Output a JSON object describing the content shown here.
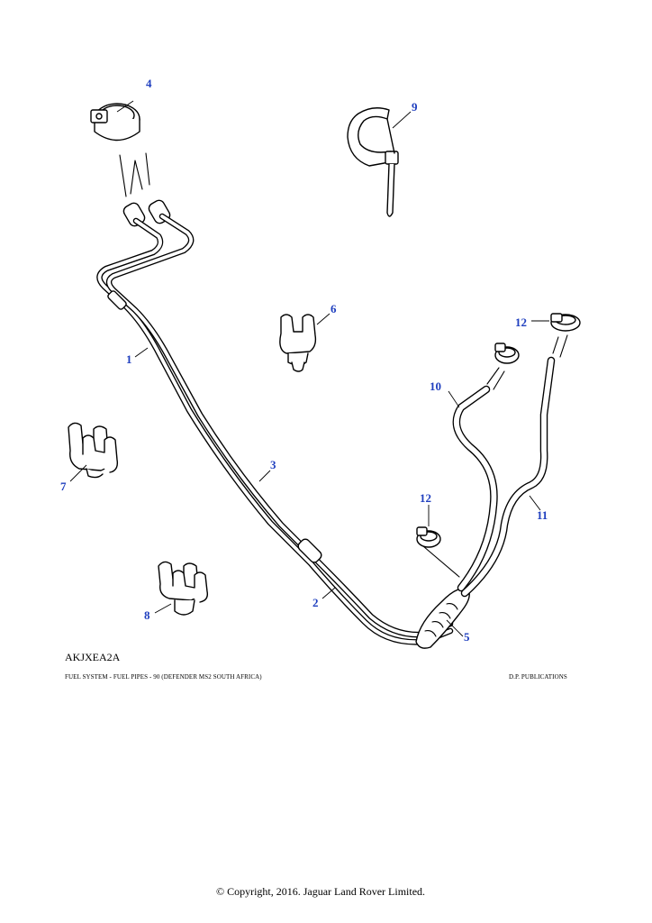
{
  "diagram": {
    "code": "AKJXEA2A",
    "caption": "FUEL SYSTEM - FUEL PIPES - 90 (DEFENDER MS2 SOUTH AFRICA)",
    "publisher": "D.P. PUBLICATIONS",
    "callout_color": "#1f3fbf",
    "callouts": {
      "c1": "1",
      "c2": "2",
      "c3": "3",
      "c4": "4",
      "c5": "5",
      "c6": "6",
      "c7": "7",
      "c8": "8",
      "c9": "9",
      "c10": "10",
      "c11": "11",
      "c12a": "12",
      "c12b": "12"
    }
  },
  "footer": {
    "copyright": "© Copyright, 2016. Jaguar Land Rover Limited."
  }
}
